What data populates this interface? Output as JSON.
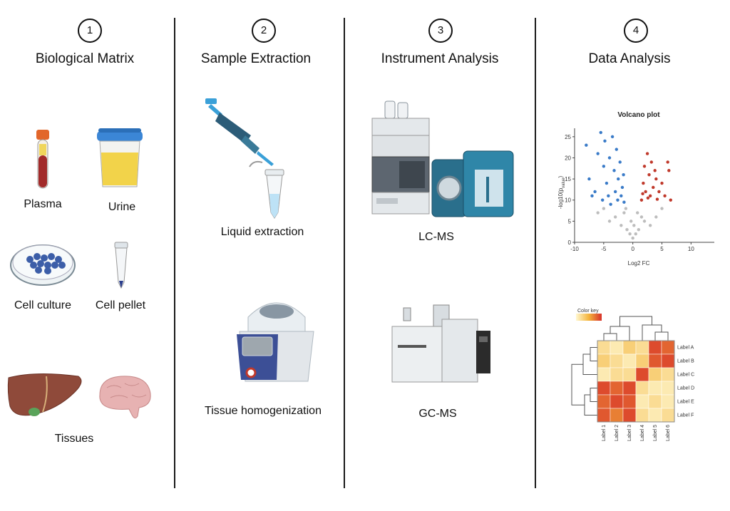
{
  "columns": [
    {
      "step": "1",
      "title": "Biological Matrix"
    },
    {
      "step": "2",
      "title": "Sample Extraction"
    },
    {
      "step": "3",
      "title": "Instrument Analysis"
    },
    {
      "step": "4",
      "title": "Data Analysis"
    }
  ],
  "matrix": {
    "plasma": "Plasma",
    "urine": "Urine",
    "cell_culture": "Cell culture",
    "cell_pellet": "Cell pellet",
    "tissues": "Tissues"
  },
  "extraction": {
    "liquid": "Liquid extraction",
    "tissue": "Tissue homogenization"
  },
  "instruments": {
    "lcms": "LC-MS",
    "gcms": "GC-MS"
  },
  "volcano": {
    "title": "Volcano plot",
    "xlabel": "Log2 FC",
    "ylabel": "-log10(p",
    "ylabel_sub": "value",
    "ylabel_close": ")",
    "xticks": [
      "-10",
      "-5",
      "0",
      "5",
      "10"
    ],
    "yticks": [
      "0",
      "5",
      "10",
      "15",
      "20",
      "25"
    ]
  },
  "heatmap": {
    "color_key": "Color key",
    "row_labels": [
      "Label A",
      "Label B",
      "Label C",
      "Label D",
      "Label E",
      "Label F"
    ],
    "col_labels": [
      "Label 1",
      "Label 2",
      "Label 3",
      "Label 4",
      "Label 5",
      "Label 6"
    ]
  },
  "colors": {
    "up": "#c0392b",
    "down": "#3a7bc8",
    "ns": "#bdbdbd",
    "divider": "#1a1a1a"
  },
  "chart_data": [
    {
      "type": "scatter",
      "title": "Volcano plot",
      "xlabel": "Log2 FC",
      "ylabel": "-log10(pvalue)",
      "xlim": [
        -10,
        14
      ],
      "ylim": [
        0,
        27
      ],
      "series": [
        {
          "values": [
            [
              -8,
              23
            ],
            [
              -7.5,
              15
            ],
            [
              -6,
              21
            ],
            [
              -5.5,
              26
            ],
            [
              -5,
              18
            ],
            [
              -4.8,
              24
            ],
            [
              -4.5,
              14
            ],
            [
              -4,
              20
            ],
            [
              -3.5,
              25
            ],
            [
              -3.2,
              17
            ],
            [
              -3,
              12
            ],
            [
              -2.8,
              22
            ],
            [
              -2.5,
              15
            ],
            [
              -2.2,
              19
            ],
            [
              -2,
              11
            ],
            [
              -1.8,
              13
            ],
            [
              -1.6,
              16
            ],
            [
              -6.5,
              12
            ],
            [
              -5.2,
              10
            ],
            [
              -4.2,
              11
            ],
            [
              -3.8,
              9
            ],
            [
              -2.6,
              10
            ],
            [
              -7,
              11
            ],
            [
              -1.5,
              9.5
            ]
          ]
        },
        {
          "values": [
            [
              1.5,
              10
            ],
            [
              1.8,
              14
            ],
            [
              2,
              18
            ],
            [
              2.2,
              12
            ],
            [
              2.5,
              21
            ],
            [
              2.8,
              16
            ],
            [
              3,
              11
            ],
            [
              3.2,
              19
            ],
            [
              3.5,
              13
            ],
            [
              3.8,
              17
            ],
            [
              4,
              15
            ],
            [
              4.5,
              12
            ],
            [
              5,
              14
            ],
            [
              5.5,
              11
            ],
            [
              6,
              19
            ],
            [
              6.5,
              10
            ],
            [
              6.2,
              17
            ],
            [
              2.6,
              10.5
            ],
            [
              1.7,
              11.5
            ],
            [
              4.2,
              10.2
            ]
          ]
        },
        {
          "values": [
            [
              -4,
              5
            ],
            [
              -3,
              6
            ],
            [
              -2,
              4
            ],
            [
              -1.5,
              7
            ],
            [
              -1,
              3
            ],
            [
              -0.5,
              2
            ],
            [
              0,
              1
            ],
            [
              0.5,
              2
            ],
            [
              1,
              3
            ],
            [
              1.5,
              6
            ],
            [
              2,
              5
            ],
            [
              3,
              4
            ],
            [
              4,
              6
            ],
            [
              5,
              8
            ],
            [
              -5,
              8
            ],
            [
              -6,
              7
            ],
            [
              0.2,
              4
            ],
            [
              -0.3,
              5
            ],
            [
              0.8,
              7
            ],
            [
              -1.2,
              8
            ]
          ]
        }
      ]
    },
    {
      "type": "heatmap",
      "title": "",
      "categories": [
        "Label 1",
        "Label 2",
        "Label 3",
        "Label 4",
        "Label 5",
        "Label 6"
      ],
      "rows": [
        "Label A",
        "Label B",
        "Label C",
        "Label D",
        "Label E",
        "Label F"
      ],
      "values": [
        [
          0.2,
          0.1,
          0.3,
          0.2,
          0.9,
          0.8
        ],
        [
          0.3,
          0.2,
          0.1,
          0.3,
          0.85,
          0.9
        ],
        [
          0.1,
          0.2,
          0.2,
          0.9,
          0.3,
          0.2
        ],
        [
          0.9,
          0.8,
          0.9,
          0.2,
          0.1,
          0.1
        ],
        [
          0.8,
          0.9,
          0.85,
          0.1,
          0.2,
          0.1
        ],
        [
          0.85,
          0.7,
          0.9,
          0.2,
          0.1,
          0.2
        ]
      ]
    }
  ]
}
